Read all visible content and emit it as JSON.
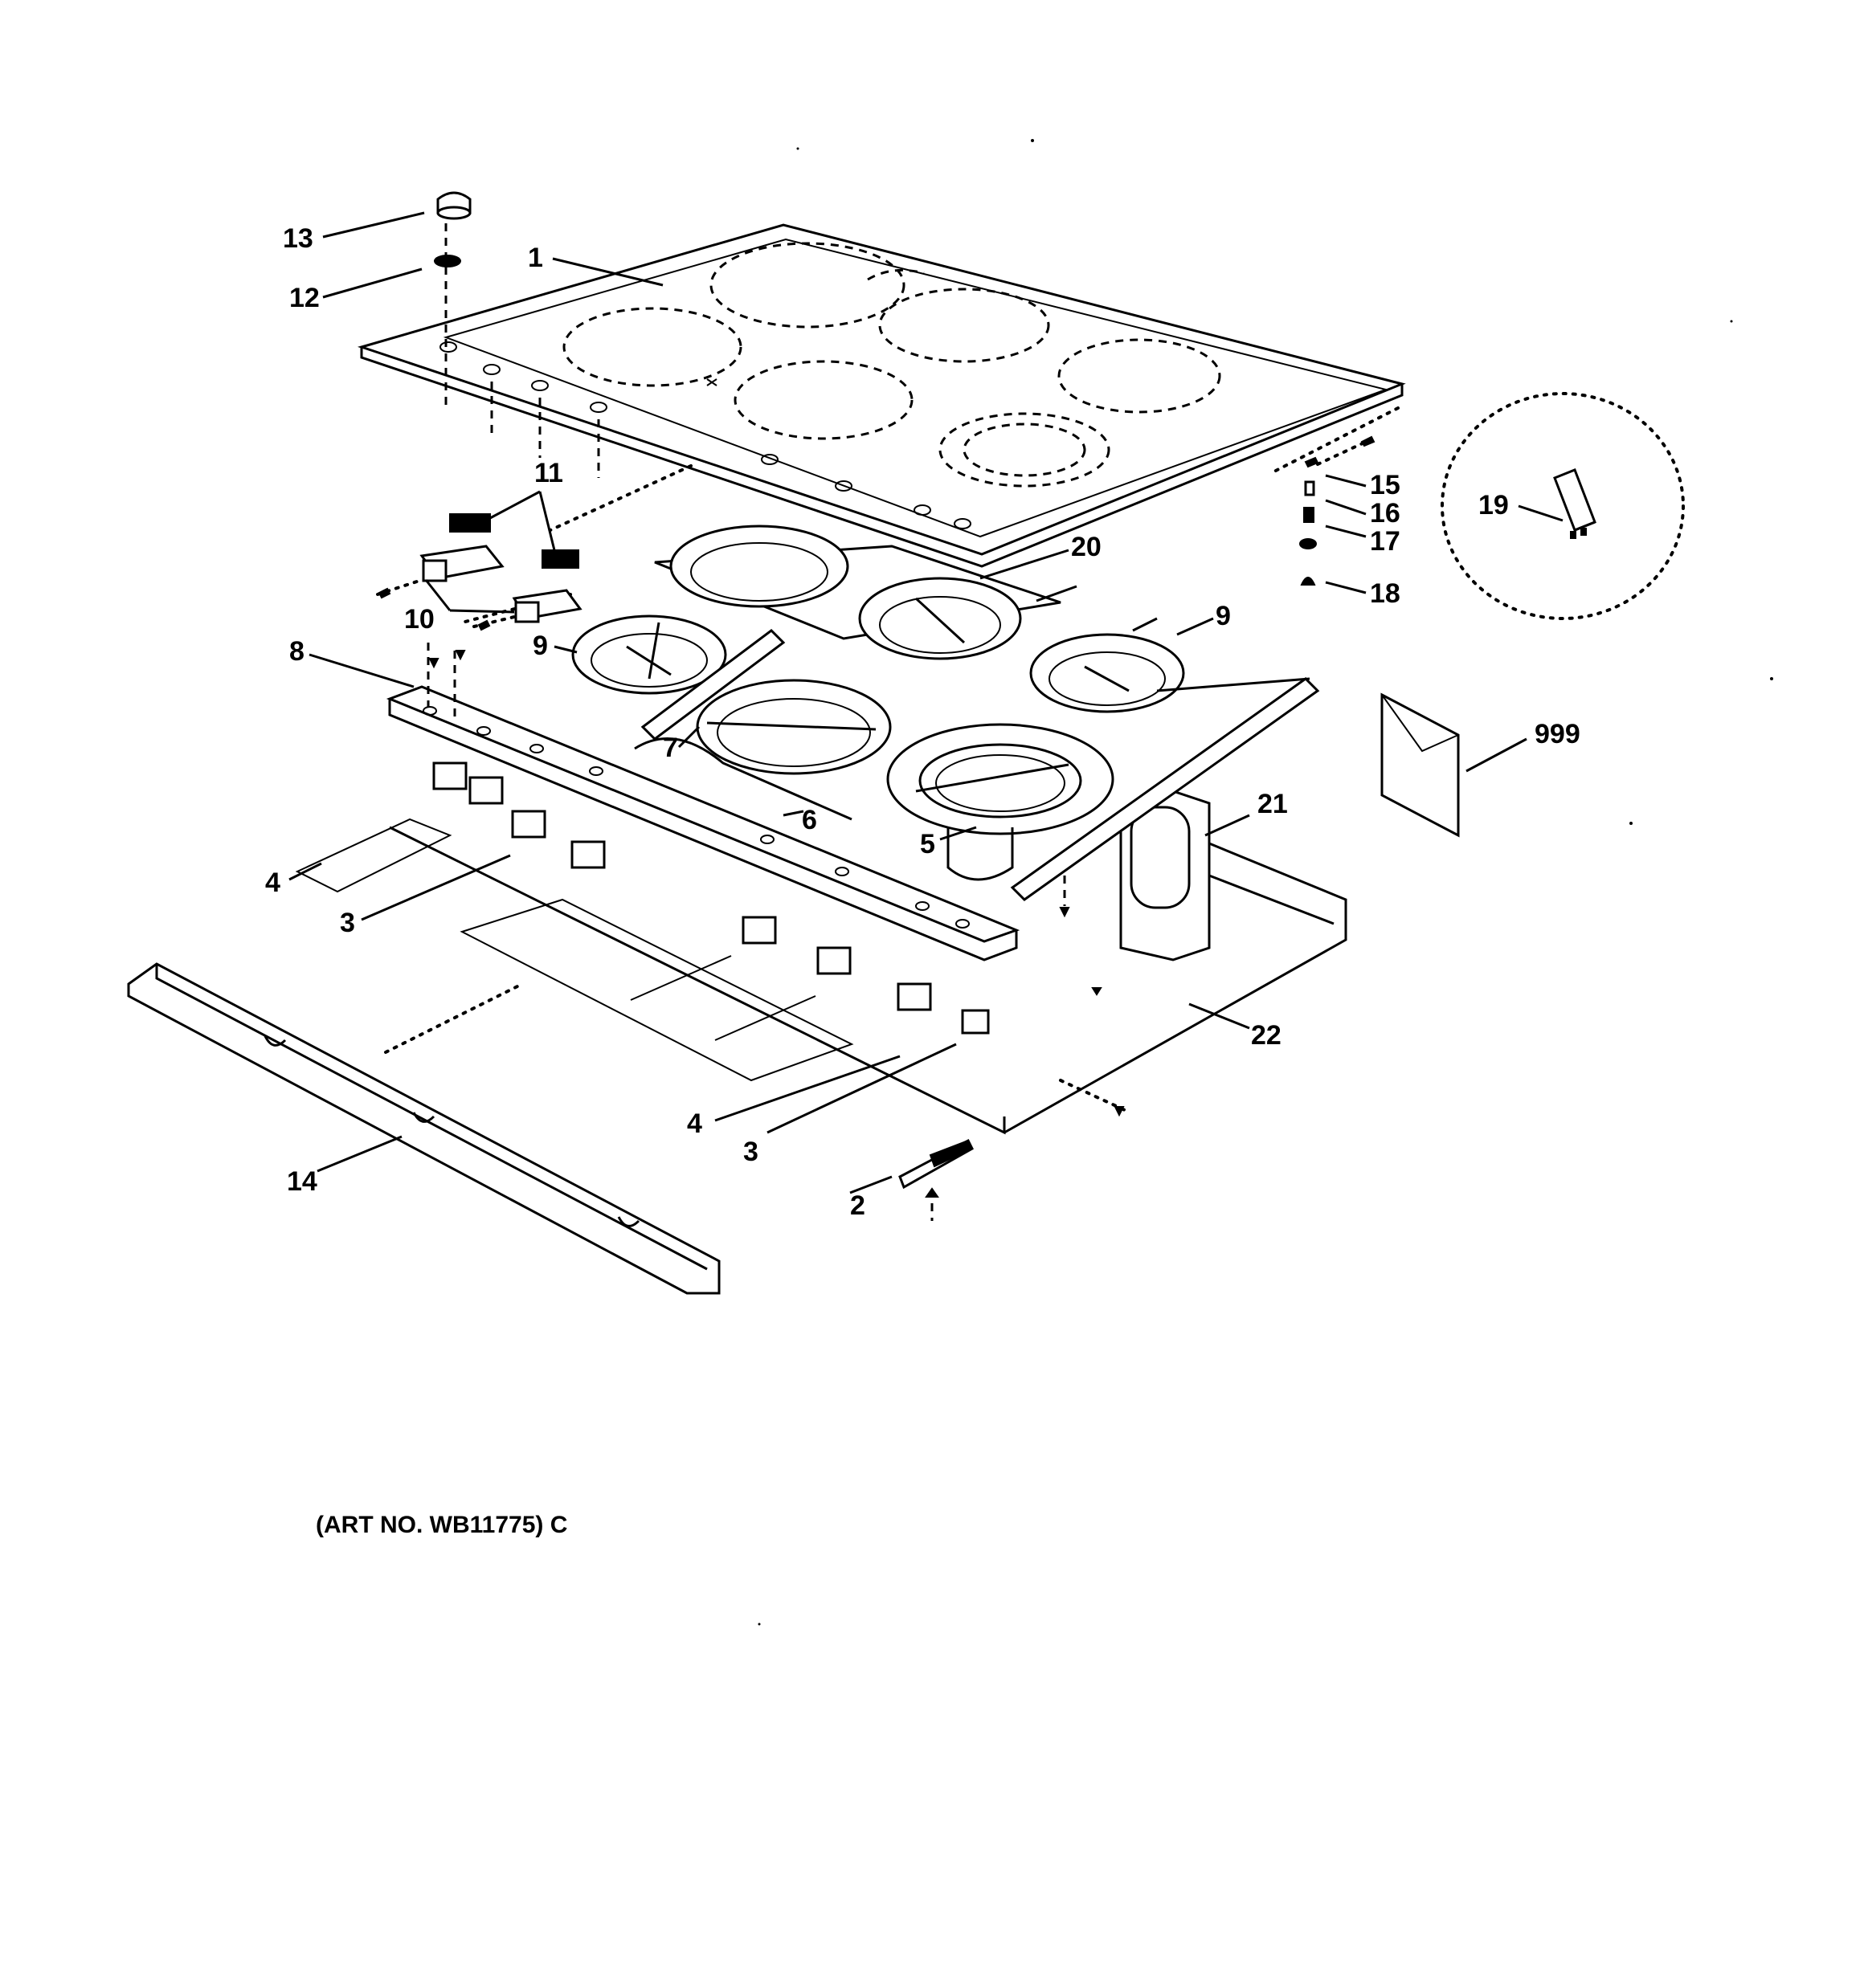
{
  "diagram": {
    "art_number": "(ART NO. WB11775) C"
  },
  "callouts": {
    "c1": "1",
    "c2": "2",
    "c3a": "3",
    "c3b": "3",
    "c4a": "4",
    "c4b": "4",
    "c5": "5",
    "c6": "6",
    "c7": "7",
    "c8": "8",
    "c9a": "9",
    "c9b": "9",
    "c10": "10",
    "c11": "11",
    "c12": "12",
    "c13": "13",
    "c14": "14",
    "c15": "15",
    "c16": "16",
    "c17": "17",
    "c18": "18",
    "c19": "19",
    "c20": "20",
    "c21": "21",
    "c22": "22",
    "c999": "999"
  }
}
